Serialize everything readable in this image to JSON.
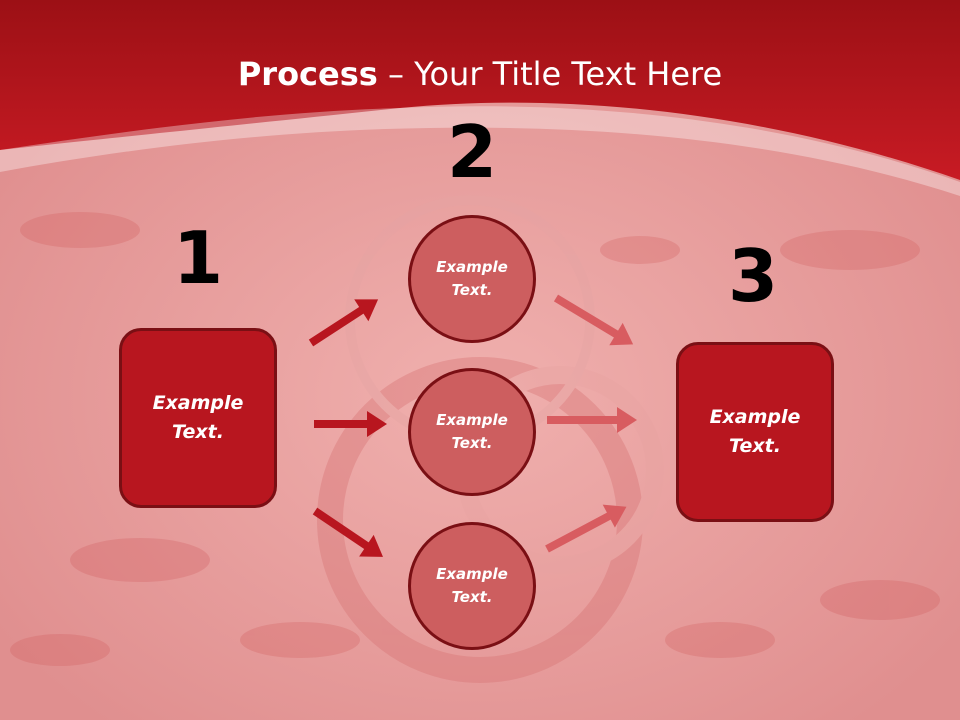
{
  "title": {
    "bold": "Process",
    "rest": " – Your Title Text Here"
  },
  "steps": [
    "1",
    "2",
    "3"
  ],
  "left_box": {
    "text": "Example Text."
  },
  "circles": [
    {
      "text": "Example Text."
    },
    {
      "text": "Example Text."
    },
    {
      "text": "Example Text."
    }
  ],
  "right_box": {
    "text": "Example Text."
  },
  "colors": {
    "header_red": "#c01a22",
    "box_red": "#b8161f",
    "circle_red": "#cd5e5f",
    "outline": "#7a0f14",
    "arrow_dark": "#b8161f",
    "arrow_light": "#d85c60"
  }
}
